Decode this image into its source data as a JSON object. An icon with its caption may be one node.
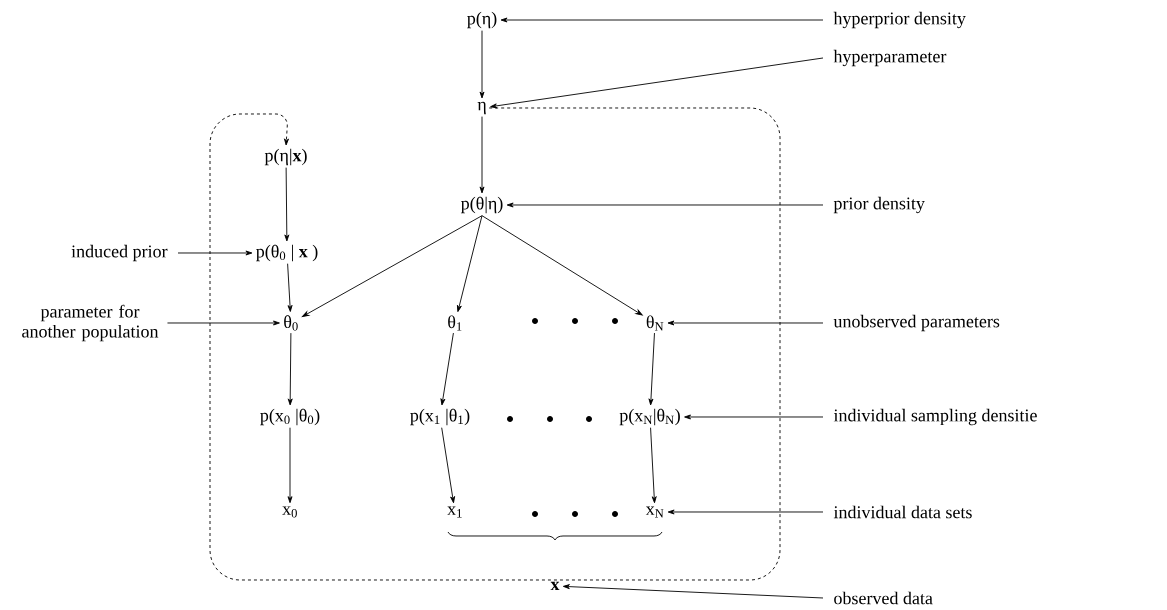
{
  "diagram": {
    "nodes": [
      {
        "text": [
          "p(η)"
        ]
      },
      {
        "text": [
          "η"
        ]
      },
      {
        "text": [
          "p(θ|η)"
        ]
      },
      {
        "text": [
          "p(η|**x**)"
        ]
      },
      {
        "text": [
          "p(θ$_{0}$ | **x** )"
        ]
      },
      {
        "text": [
          "θ$_{0}$"
        ]
      },
      {
        "text": [
          "θ$_{1}$"
        ]
      },
      {
        "text": [
          "θ$_{N}$"
        ]
      },
      {
        "text": [
          "p(x$_{0}$ |θ$_{0}$)"
        ]
      },
      {
        "text": [
          "p(x$_{1}$ |θ$_{1}$)"
        ]
      },
      {
        "text": [
          "p(x$_{N}$|θ$_{N}$)"
        ]
      },
      {
        "text": [
          "x$_{0}$"
        ]
      },
      {
        "text": [
          "x$_{1}$"
        ]
      },
      {
        "text": [
          "x$_{N}$"
        ]
      },
      {
        "text": [
          "x"
        ]
      },
      {
        "text": [
          "hyperprior density"
        ]
      },
      {
        "text": [
          "hyperparameter"
        ]
      },
      {
        "text": [
          "prior density"
        ]
      },
      {
        "text": [
          "unobserved parameters"
        ]
      },
      {
        "text": [
          "individual sampling densitie"
        ]
      },
      {
        "text": [
          "individual data sets"
        ]
      },
      {
        "text": [
          "observed data"
        ]
      },
      {
        "text": [
          "induced prior"
        ]
      },
      {
        "text": [
          "parameter for another population"
        ]
      }
    ],
    "edges": [
      {
        "from": 0,
        "to": 1,
        "arrow": "to"
      },
      {
        "from": 1,
        "to": 2,
        "arrow": "to"
      },
      {
        "from": 1,
        "to": 3,
        "arrow": "to",
        "style": "dashed"
      },
      {
        "from": 3,
        "to": 4,
        "arrow": "to"
      },
      {
        "from": 4,
        "to": 5,
        "arrow": "to"
      },
      {
        "from": 2,
        "to": 5,
        "arrow": "to"
      },
      {
        "from": 2,
        "to": 6,
        "arrow": "to"
      },
      {
        "from": 2,
        "to": 7,
        "arrow": "to"
      },
      {
        "from": 5,
        "to": 8,
        "arrow": "to"
      },
      {
        "from": 6,
        "to": 9,
        "arrow": "to"
      },
      {
        "from": 7,
        "to": 10,
        "arrow": "to"
      },
      {
        "from": 8,
        "to": 11,
        "arrow": "to"
      },
      {
        "from": 9,
        "to": 12,
        "arrow": "to"
      },
      {
        "from": 10,
        "to": 13,
        "arrow": "to"
      },
      {
        "from": 15,
        "to": 0,
        "arrow": "to"
      },
      {
        "from": 16,
        "to": 1,
        "arrow": "to"
      },
      {
        "from": 17,
        "to": 2,
        "arrow": "to"
      },
      {
        "from": 18,
        "to": 7,
        "arrow": "to"
      },
      {
        "from": 19,
        "to": 10,
        "arrow": "to"
      },
      {
        "from": 20,
        "to": 13,
        "arrow": "to"
      },
      {
        "from": 21,
        "to": 14,
        "arrow": "to"
      },
      {
        "from": 22,
        "to": 4,
        "arrow": "to"
      },
      {
        "from": 23,
        "to": 5,
        "arrow": "to"
      }
    ]
  }
}
